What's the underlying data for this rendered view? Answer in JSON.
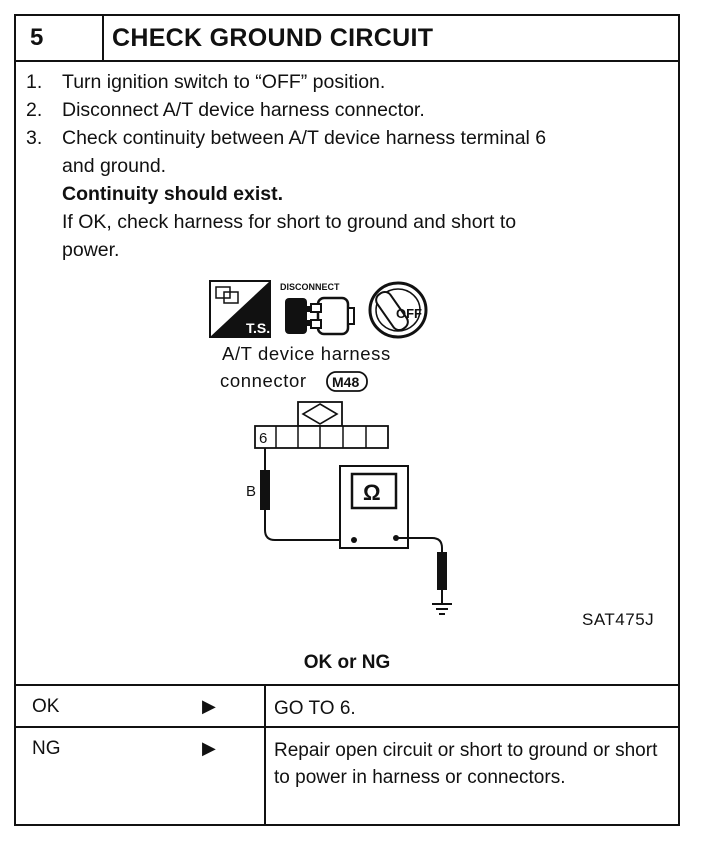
{
  "header": {
    "step_number": "5",
    "title": "CHECK GROUND CIRCUIT"
  },
  "steps": [
    {
      "num": "1.",
      "text": "Turn ignition switch to “OFF” position."
    },
    {
      "num": "2.",
      "text": "Disconnect A/T device harness connector."
    },
    {
      "num": "3.",
      "text": "Check continuity between A/T device harness terminal 6"
    }
  ],
  "step3_continuation": "and ground.",
  "emphasis": "Continuity should exist.",
  "note_line1": "If OK, check harness for short to ground and short to",
  "note_line2": "power.",
  "diagram": {
    "disconnect_label": "DISCONNECT",
    "ts_label": "T.S.",
    "off_label": "OFF",
    "caption_line1": "A/T device harness",
    "caption_line2": "connector",
    "connector_code": "M48",
    "terminal": "6",
    "wire_color": "B",
    "ohm_symbol": "Ω",
    "figure_code": "SAT475J",
    "icons": [
      "tool-icon",
      "disconnect-connector-icon",
      "ignition-key-off-icon",
      "ground-icon",
      "ohmmeter-icon"
    ]
  },
  "result_heading": "OK or NG",
  "results": [
    {
      "label": "OK",
      "arrow": "▶",
      "action": "GO TO 6."
    },
    {
      "label": "NG",
      "arrow": "▶",
      "action": "Repair open circuit or short to ground or short to power in harness or connectors."
    }
  ]
}
